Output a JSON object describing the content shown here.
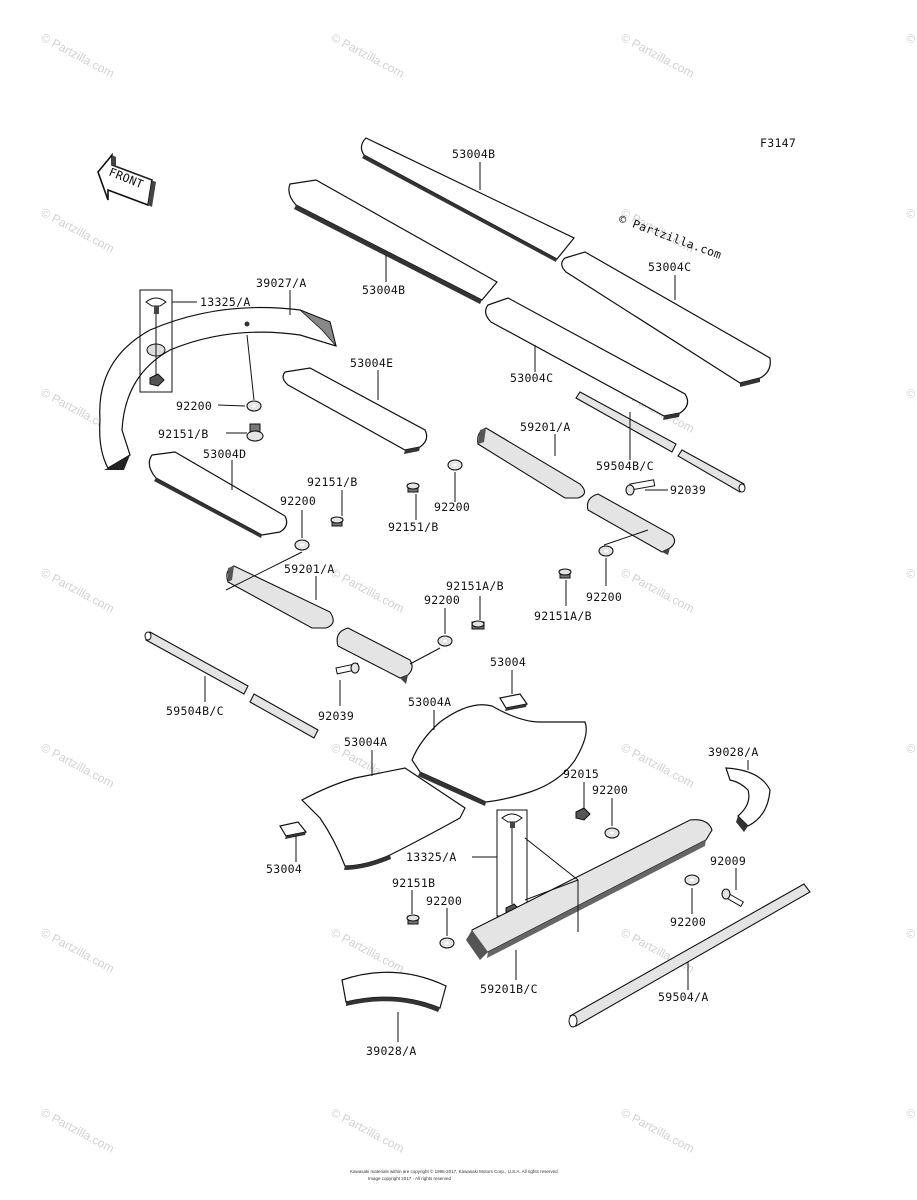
{
  "figure_code": "F3147",
  "front_arrow_label": "FRONT",
  "watermark_text": "© Partzilla.com",
  "center_watermark": "© Partzilla.com",
  "footer": {
    "line1": "Kawasaki materials within are copyright © 1995-2017, Kawasaki Motors Corp., U.S.A. All rights reserved.",
    "line2": "Image copyright 2017 · All rights reserved"
  },
  "labels": {
    "p53004B_top": "53004B",
    "p53004B_left": "53004B",
    "p53004C_right": "53004C",
    "p53004C_mid": "53004C",
    "p39027A": "39027/A",
    "p13325A_top": "13325/A",
    "p53004E": "53004E",
    "p92200_a": "92200",
    "p92151B_a": "92151/B",
    "p53004D": "53004D",
    "p59201A_top": "59201/A",
    "p59504BC_right": "59504B/C",
    "p92151B_b": "92151/B",
    "p92200_b": "92200",
    "p92200_c": "92200",
    "p92151B_c": "92151/B",
    "p92039_right": "92039",
    "p59201A_mid": "59201/A",
    "p92151AB_a": "92151A/B",
    "p92200_d": "92200",
    "p92151AB_b": "92151A/B",
    "p92200_e": "92200",
    "p53004_top": "53004",
    "p59504BC_left": "59504B/C",
    "p92039_left": "92039",
    "p53004A_a": "53004A",
    "p53004A_b": "53004A",
    "p39028A_right": "39028/A",
    "p92015": "92015",
    "p92200_f": "92200",
    "p53004_bottom": "53004",
    "p13325A_bottom": "13325/A",
    "p92009": "92009",
    "p92151B_d": "92151B",
    "p92200_g": "92200",
    "p92200_h": "92200",
    "p59201BC": "59201B/C",
    "p59504A": "59504/A",
    "p39028A_bottom": "39028/A"
  }
}
